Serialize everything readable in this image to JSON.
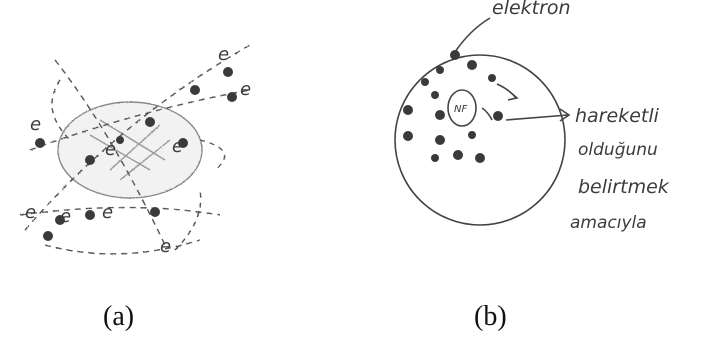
{
  "figure": {
    "panel_a": {
      "caption": "(a)",
      "electron_labels": [
        "e",
        "e",
        "e",
        "e",
        "e",
        "e",
        "e",
        "e",
        "e"
      ]
    },
    "panel_b": {
      "caption": "(b)",
      "electron_label": "elektron",
      "nucleus_label": "NF",
      "annotation_lines": [
        "hareketli",
        "olduğunu",
        "belirtmek",
        "amacıyla"
      ]
    }
  }
}
